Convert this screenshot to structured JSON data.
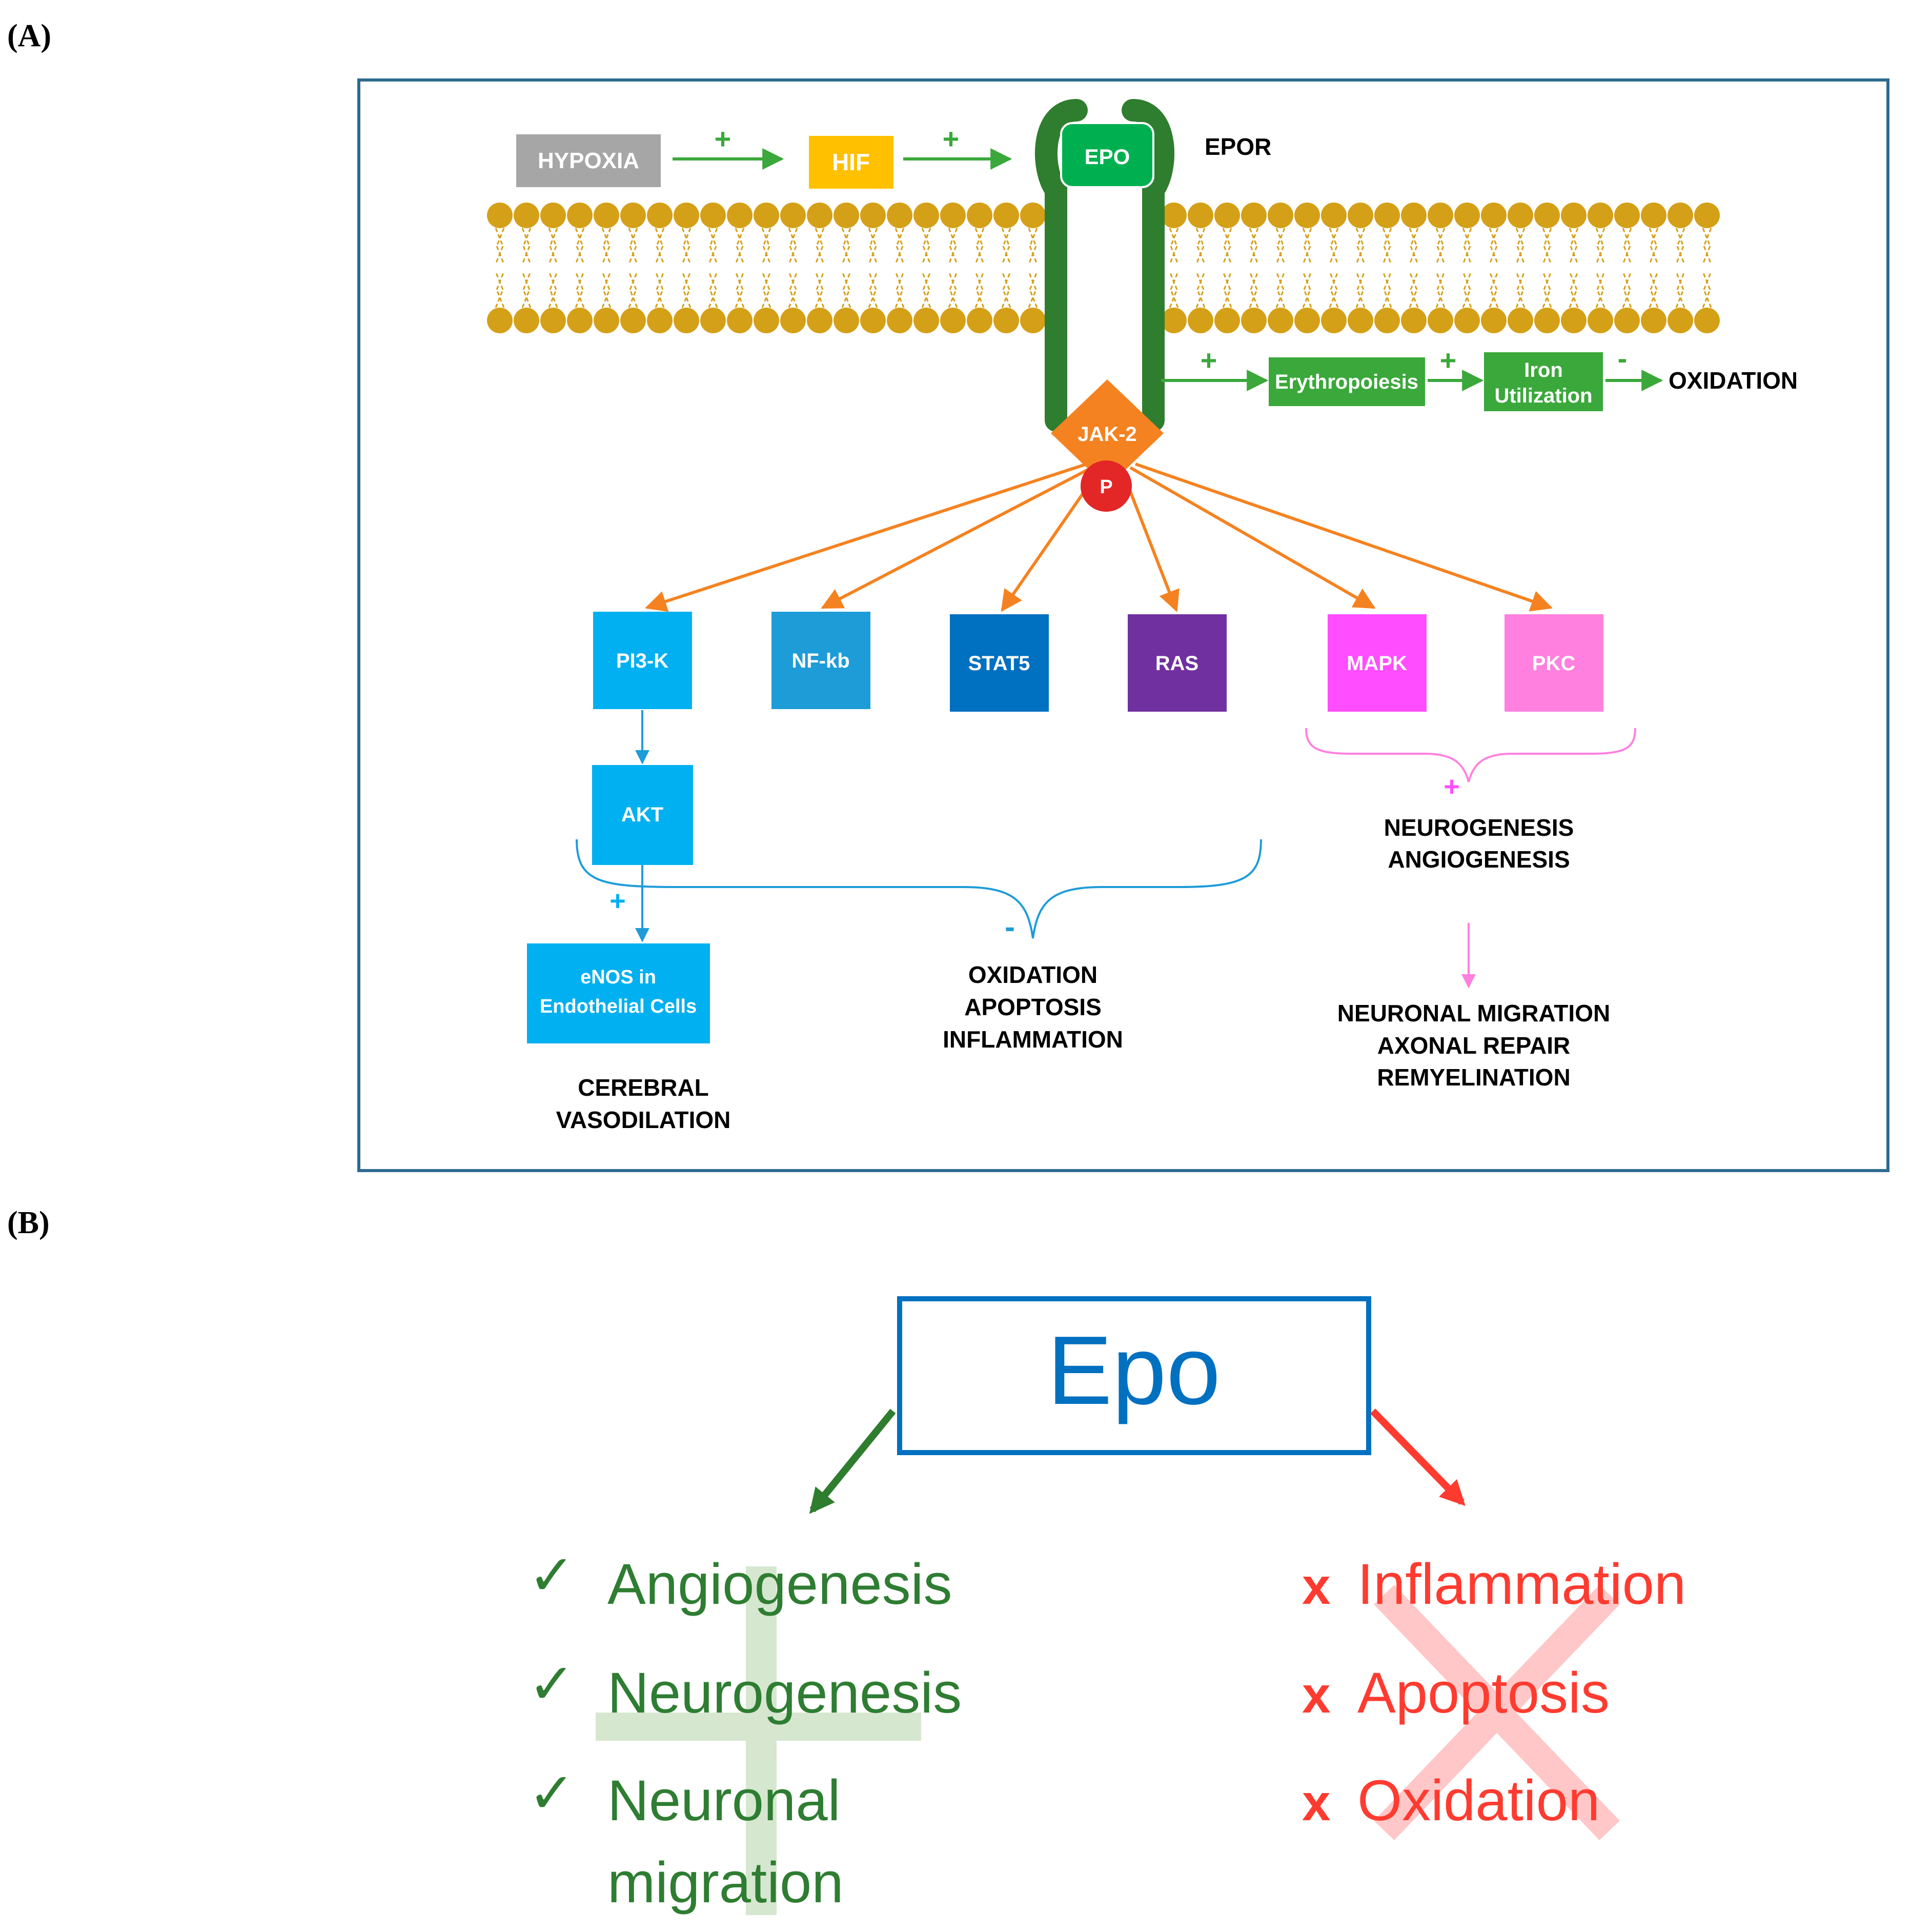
{
  "panel_a": {
    "label": "(A)",
    "hypoxia": "HYPOXIA",
    "hif": "HIF",
    "epo": "EPO",
    "epor": "EPOR",
    "jak2": "JAK-2",
    "p": "P",
    "plus": "+",
    "minus": "-",
    "erythropoiesis": "Erythropoiesis",
    "iron_line1": "Iron",
    "iron_line2": "Utilization",
    "oxidation_top": "OXIDATION",
    "pi3k": "PI3-K",
    "nfkb": "NF-kb",
    "stat5": "STAT5",
    "ras": "RAS",
    "mapk": "MAPK",
    "pkc": "PKC",
    "akt": "AKT",
    "enos_line1": "eNOS in",
    "enos_line2": "Endothelial Cells",
    "cerebral_line1": "CEREBRAL",
    "cerebral_line2": "VASODILATION",
    "effects_mid": [
      "OXIDATION",
      "APOPTOSIS",
      "INFLAMMATION"
    ],
    "effects_right": [
      "NEUROGENESIS",
      "ANGIOGENESIS"
    ],
    "effects_bottom": [
      "NEURONAL MIGRATION",
      "AXONAL REPAIR",
      "REMYELINATION"
    ]
  },
  "panel_b": {
    "label": "(B)",
    "epo": "Epo",
    "check": "✓",
    "cross": "x",
    "positive_items": [
      "Angiogenesis",
      "Neurogenesis",
      "Neuronal",
      "migration"
    ],
    "negative_items": [
      "Inflammation",
      "Apoptosis",
      "Oxidation"
    ]
  },
  "colors": {
    "frame": "#2e6b8f",
    "hypoxia": "#a6a6a6",
    "hif": "#ffc000",
    "green": "#3aa83a",
    "dark_green": "#2f7d2f",
    "membrane": "#d4a017",
    "jak": "#f58220",
    "p": "#e32626",
    "pi3k": "#00b0f0",
    "nfkb": "#1e9cd7",
    "stat5": "#0070c0",
    "ras": "#7030a0",
    "mapk": "#ff4dff",
    "pkc": "#ff80df",
    "epo_blue": "#0070c0",
    "text_green": "#2e7d32",
    "text_red": "#ff3b30"
  }
}
